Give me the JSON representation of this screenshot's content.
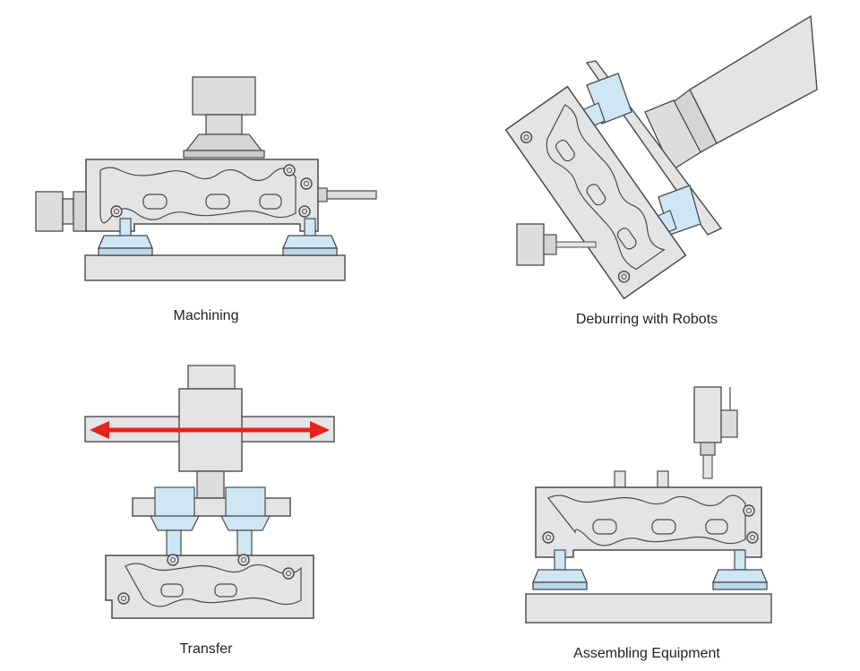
{
  "panels": [
    {
      "id": "machining",
      "caption": "Machining"
    },
    {
      "id": "deburring",
      "caption": "Deburring with Robots"
    },
    {
      "id": "transfer",
      "caption": "Transfer"
    },
    {
      "id": "assembling",
      "caption": "Assembling Equipment"
    }
  ],
  "colors": {
    "part_fill": "#e3e4e5",
    "part_stroke": "#4a4a4a",
    "clamp_blue": "#cfe6f5",
    "arrow_red": "#e5231b",
    "machine_gray": "#d7d8d9"
  },
  "icons": {
    "clamp": "clamp-icon",
    "spindle": "spindle-icon",
    "robot_arm": "robot-arm-icon",
    "drill": "drill-icon",
    "gripper": "gripper-icon",
    "arrow": "double-arrow-icon",
    "nutrunner": "nutrunner-icon"
  }
}
